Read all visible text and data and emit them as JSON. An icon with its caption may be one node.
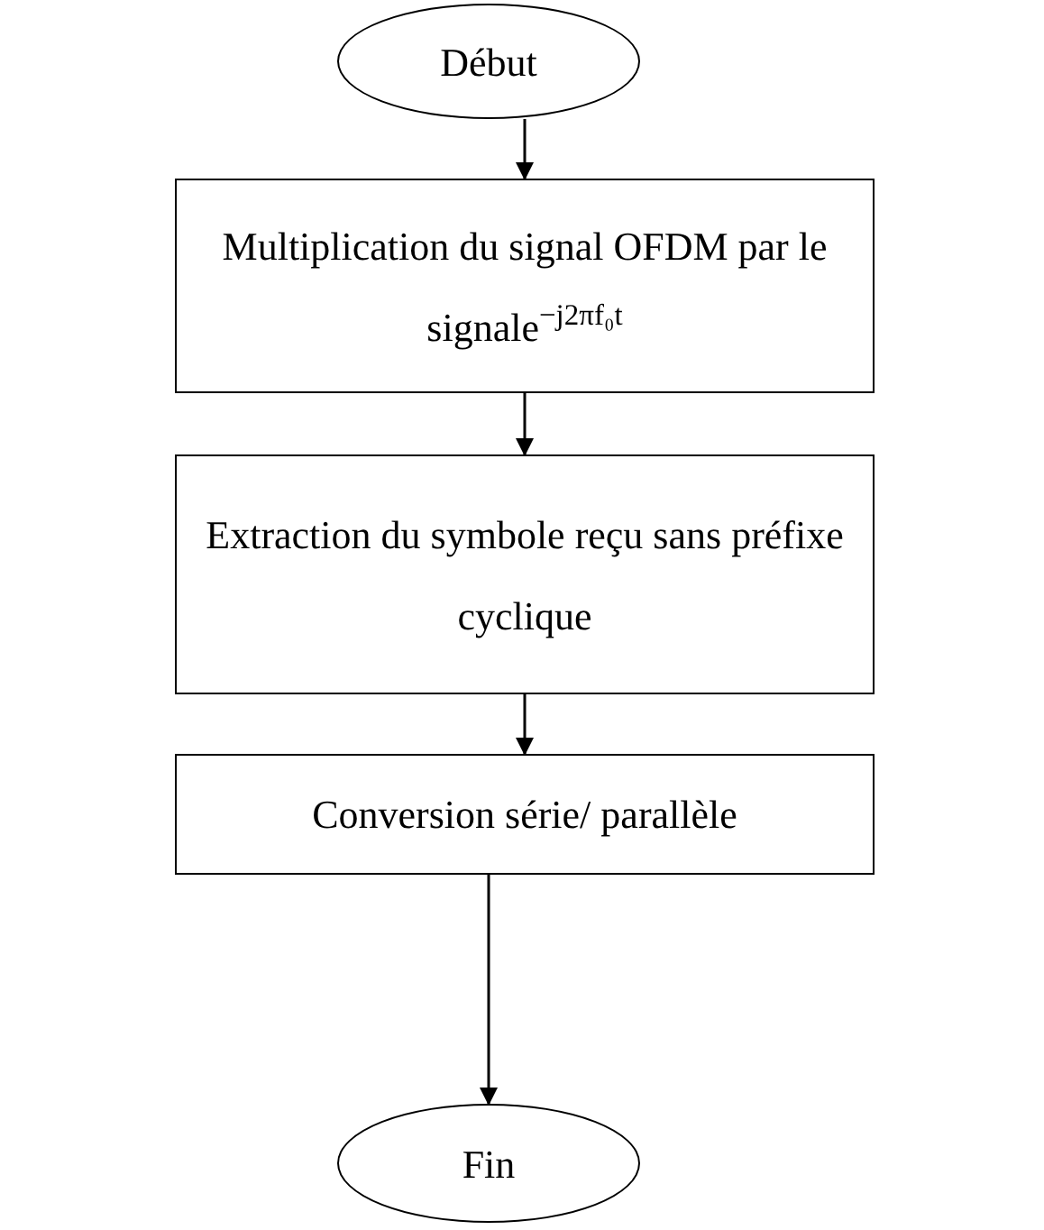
{
  "diagram": {
    "nodes": [
      {
        "text": [
          "Début"
        ]
      },
      {
        "text": [
          "Multiplication du signal OFDM par le signale$^{−j2πf₀t}$"
        ]
      },
      {
        "text": [
          "Extraction du symbole reçu sans préfixe cyclique"
        ]
      },
      {
        "text": [
          "Conversion série/ parallèle"
        ]
      },
      {
        "text": [
          "Fin"
        ]
      }
    ],
    "edges": [
      {
        "from": 0,
        "to": 1,
        "arrow": "to"
      },
      {
        "from": 1,
        "to": 2,
        "arrow": "to"
      },
      {
        "from": 2,
        "to": 3,
        "arrow": "to"
      },
      {
        "from": 3,
        "to": 4,
        "arrow": "to"
      }
    ]
  }
}
